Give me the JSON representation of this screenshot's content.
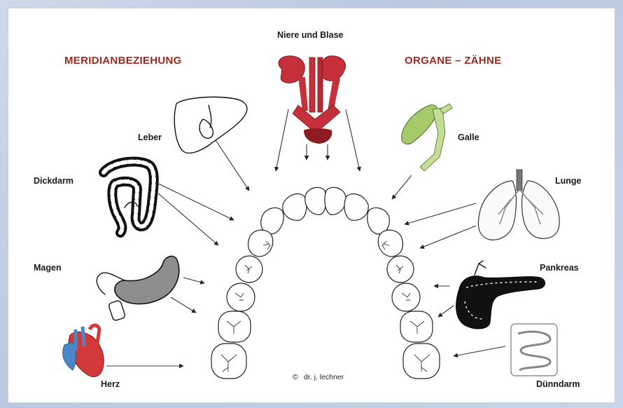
{
  "headings": {
    "left": "MERIDIANBEZIEHUNG",
    "right": "ORGANE – ZÄHNE"
  },
  "organs": {
    "niere_blase": "Niere und Blase",
    "leber": "Leber",
    "galle": "Galle",
    "dickdarm": "Dickdarm",
    "lunge": "Lunge",
    "magen": "Magen",
    "pankreas": "Pankreas",
    "herz": "Herz",
    "duenndarm": "Dünndarm"
  },
  "copyright": {
    "symbol": "©",
    "author": "dr. j. lechner"
  },
  "colors": {
    "heading": "#9b2a1e",
    "kidney": "#c6303a",
    "gallbladder": "#a6c96a",
    "heart_red": "#d23a3a",
    "heart_blue": "#4a86c8"
  }
}
